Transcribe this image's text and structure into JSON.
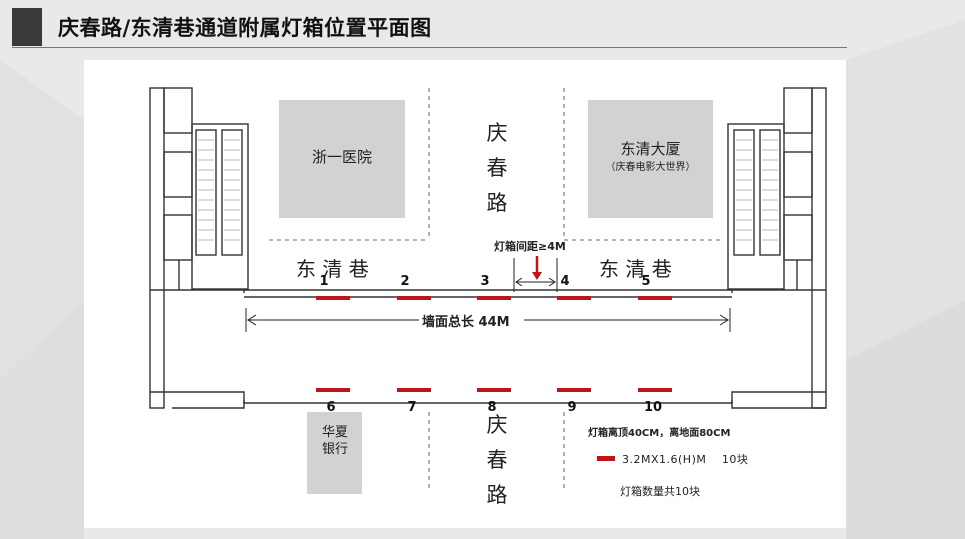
{
  "title": "庆春路/东清巷通道附属灯箱位置平面图",
  "plan": {
    "building_left": "浙一医院",
    "building_right_name": "东清大厦",
    "building_right_sub": "（庆春电影大世界）",
    "road_top": "庆春路",
    "road_bottom": "庆春路",
    "lane_left": "东 清 巷",
    "lane_right": "东 清 巷",
    "bank": "华夏银行",
    "spacing_note": "灯箱间距≥4M",
    "wall_length": "墙面总长 44M",
    "box_numbers_top": [
      "1",
      "2",
      "3",
      "4",
      "5"
    ],
    "box_numbers_bottom": [
      "6",
      "7",
      "8",
      "9",
      "10"
    ]
  },
  "legend": {
    "height_note": "灯箱离顶40CM，离地面80CM",
    "size_spec": "3.2MX1.6(H)M　 10块",
    "total": "灯箱数量共10块",
    "swatch_color": "#c0141c"
  },
  "colors": {
    "box_red": "#c0141c",
    "building_gray": "#d2d2d2",
    "wall_line": "#333333"
  }
}
